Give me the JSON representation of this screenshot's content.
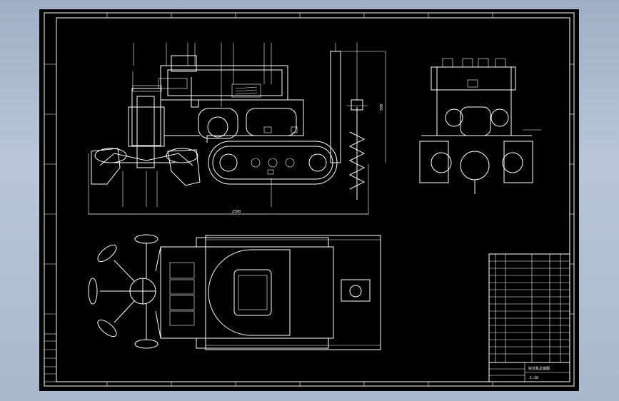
{
  "drawing": {
    "dimension_horizontal": "2500",
    "dimension_vertical": "500",
    "title_block_label": "挖坑机总装图",
    "title_block_sub": "1:10"
  },
  "colors": {
    "background": "#000000",
    "line": "#ffffff",
    "viewport_frame": "#b4c2d4"
  }
}
